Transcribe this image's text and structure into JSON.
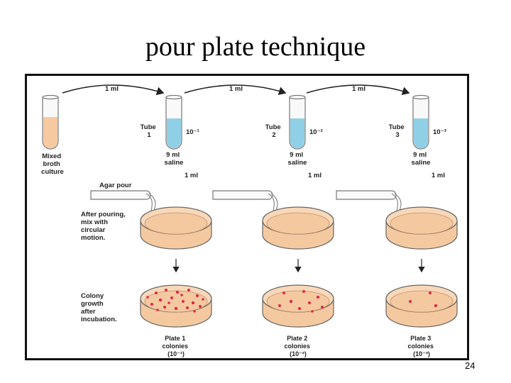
{
  "title": "pour plate technique",
  "slide_number": "24",
  "diagram": {
    "transfer_volume": "1 ml",
    "stock": {
      "label_lines": [
        "Mixed",
        "broth",
        "culture"
      ]
    },
    "tubes": [
      {
        "name_lines": [
          "Tube",
          "1"
        ],
        "dilution": "10⁻¹",
        "contents_lines": [
          "9 ml",
          "saline"
        ]
      },
      {
        "name_lines": [
          "Tube",
          "2"
        ],
        "dilution": "10⁻²",
        "contents_lines": [
          "9 ml",
          "saline"
        ]
      },
      {
        "name_lines": [
          "Tube",
          "3"
        ],
        "dilution": "10⁻³",
        "contents_lines": [
          "9 ml",
          "saline"
        ]
      }
    ],
    "agar_pour": "Agar pour",
    "step_mix_lines": [
      "After pouring,",
      "mix with",
      "circular",
      "motion."
    ],
    "step_growth_lines": [
      "Colony",
      "growth",
      "after",
      "incubation."
    ],
    "plates": [
      {
        "label_lines": [
          "Plate 1",
          "colonies",
          "(10⁻¹)"
        ]
      },
      {
        "label_lines": [
          "Plate 2",
          "colonies",
          "(10⁻²)"
        ]
      },
      {
        "label_lines": [
          "Plate 3",
          "colonies",
          "(10⁻³)"
        ]
      }
    ],
    "colors": {
      "broth": "#f6c9a0",
      "saline": "#8fd0e6",
      "agar": "#f5c9a0",
      "colony": "#e0284a",
      "frame": "#111111"
    }
  }
}
